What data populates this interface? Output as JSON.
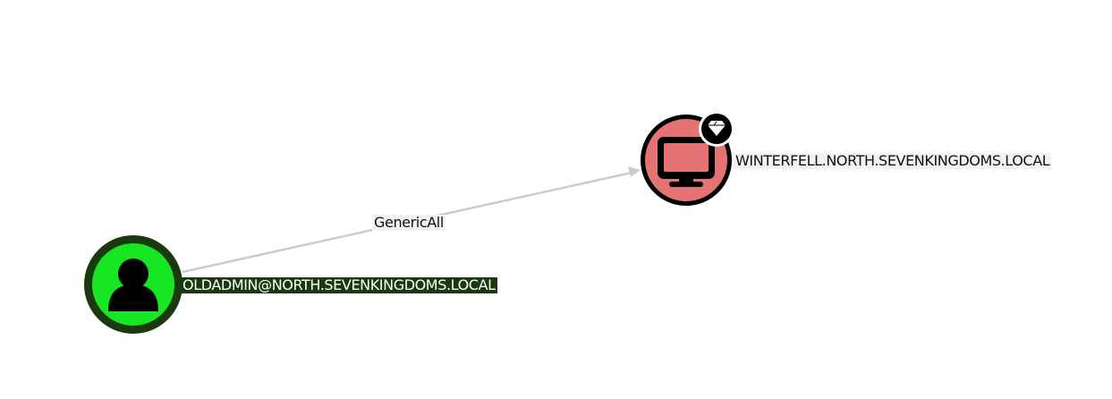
{
  "graph": {
    "nodes": [
      {
        "id": "user",
        "type": "User",
        "label": "OLDADMIN@NORTH.SEVENKINGDOMS.LOCAL",
        "icon": "user-icon",
        "fill_color": "#17e625",
        "border_color": "#1a3a0e",
        "label_bg": "#1a3a0e",
        "label_color": "#ffffff"
      },
      {
        "id": "computer",
        "type": "Computer",
        "label": "WINTERFELL.NORTH.SEVENKINGDOMS.LOCAL",
        "icon": "computer-icon",
        "badge_icon": "gem-icon",
        "fill_color": "#e57373",
        "border_color": "#000000",
        "label_bg": "#f2f2f2",
        "label_color": "#111111"
      }
    ],
    "edges": [
      {
        "from": "user",
        "to": "computer",
        "label": "GenericAll",
        "color": "#cccccc"
      }
    ]
  }
}
